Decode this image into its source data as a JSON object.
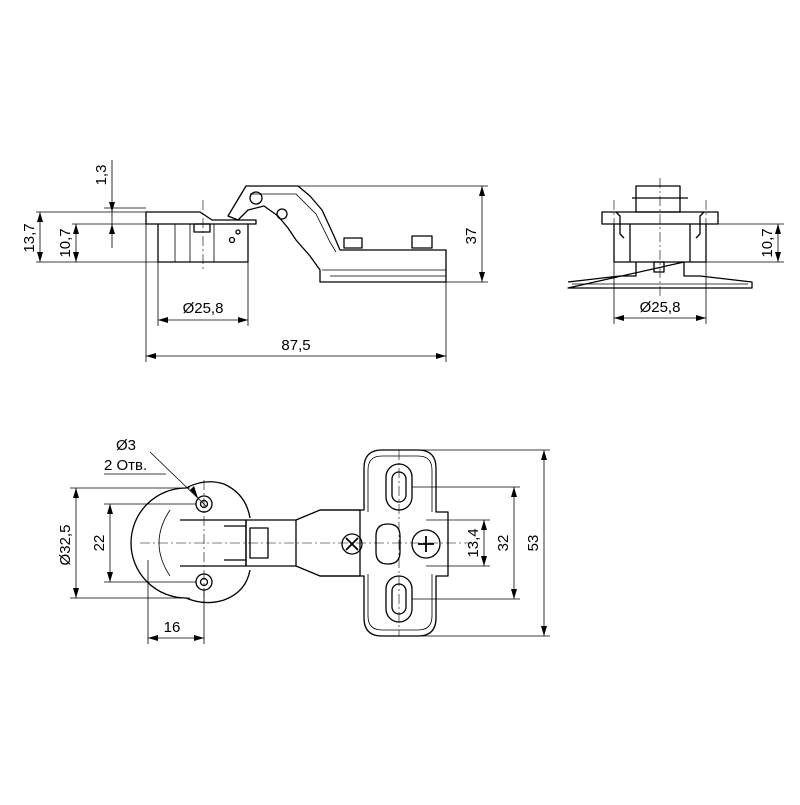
{
  "dimensions": {
    "side_view": {
      "thickness_total": "13,7",
      "thickness_cup": "10,7",
      "offset": "1,3",
      "cup_diameter": "Ø25,8",
      "overall_length": "87,5",
      "height": "37"
    },
    "front_view": {
      "cup_depth": "10,7",
      "cup_diameter": "Ø25,8"
    },
    "plan_view": {
      "hole_diameter": "Ø3",
      "hole_count": "2 Отв.",
      "cup_flange_diameter": "Ø32,5",
      "hole_spacing": "22",
      "cup_offset": "16",
      "plate_slot_spacing_small": "13,4",
      "plate_slot_spacing": "32",
      "plate_height": "53"
    }
  }
}
